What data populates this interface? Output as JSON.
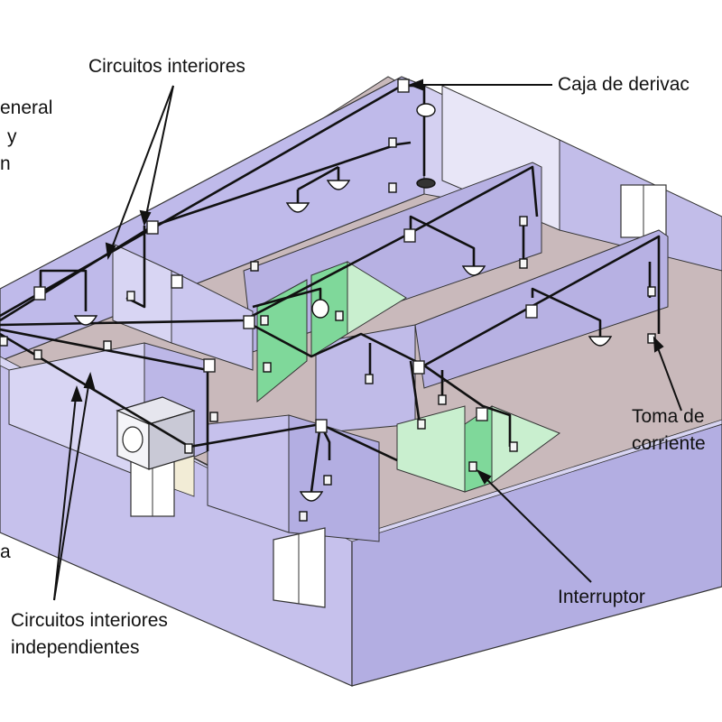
{
  "labels": {
    "circuitos_interiores": "Circuitos interiores",
    "caja_derivacion": "Caja de derivac",
    "general_line1": "eneral",
    "general_line2": "y",
    "general_line3": "n",
    "toma_line1": "Toma de",
    "toma_line2": "corriente",
    "interruptor": "Interruptor",
    "left_a": "a",
    "independientes_line1": "Circuitos interiores",
    "independientes_line2": "independientes"
  },
  "colors": {
    "wall": "#c8c3ec",
    "wall_dark": "#a9a3dc",
    "wall_side": "#bdb8e6",
    "floor": "#c9b9bb",
    "door": "#7fd89a",
    "door_light": "#c9efcf",
    "wire": "#111111",
    "outline": "#222222"
  },
  "icons": {
    "junction_box": "junction-box-icon",
    "ceiling_lamp": "ceiling-lamp-icon",
    "outlet": "outlet-icon",
    "washing_machine": "washing-machine-icon",
    "window": "window-icon"
  }
}
